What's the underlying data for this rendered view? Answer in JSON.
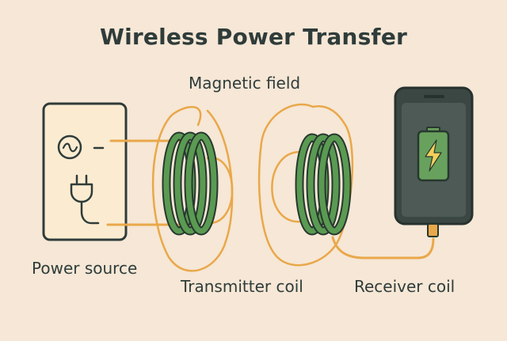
{
  "title": "Wireless Power Transfer",
  "labels": {
    "magnetic_field": "Magnetic field",
    "power_source": "Power source",
    "transmitter_coil": "Transmitter coil",
    "receiver_coil": "Receiver coil"
  },
  "colors": {
    "background": "#f6e7d6",
    "text": "#2f3c3a",
    "wire": "#e9a84a",
    "coil_green": "#5a9a52",
    "coil_dark": "#27382f",
    "phone_body": "#3b4743",
    "phone_screen": "#4d5a55",
    "battery_fill": "#68a15d",
    "bolt": "#f3cf5a",
    "outlet_fill": "#fbecd1"
  },
  "icons": [
    "ac-source-icon",
    "plug-icon",
    "battery-charging-icon",
    "bolt-icon"
  ]
}
